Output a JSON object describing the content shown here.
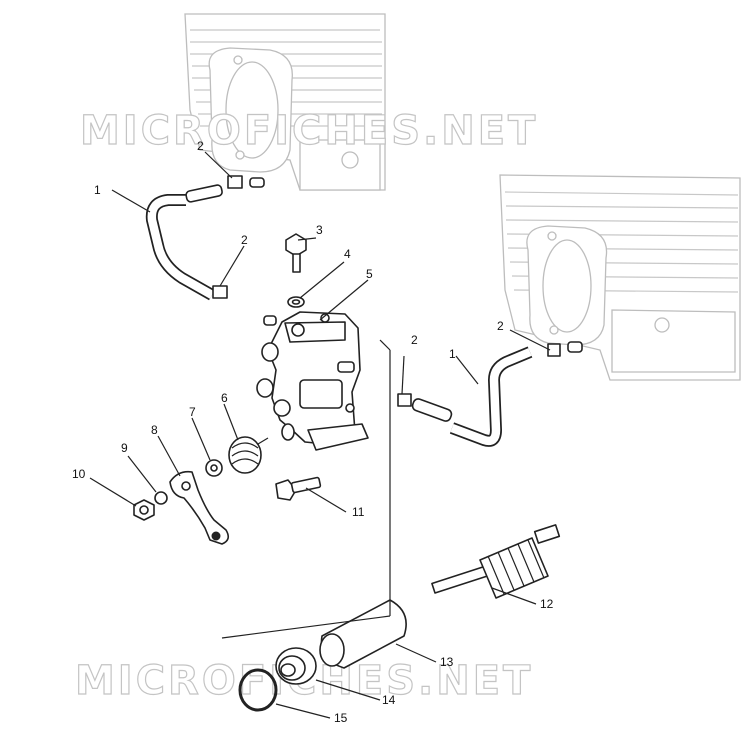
{
  "watermark_text": "MICROFICHES.NET",
  "callouts": [
    {
      "id": "c1a",
      "label": "1"
    },
    {
      "id": "c1b",
      "label": "1"
    },
    {
      "id": "c2a",
      "label": "2"
    },
    {
      "id": "c2b",
      "label": "2"
    },
    {
      "id": "c2c",
      "label": "2"
    },
    {
      "id": "c2d",
      "label": "2"
    },
    {
      "id": "c3",
      "label": "3"
    },
    {
      "id": "c4",
      "label": "4"
    },
    {
      "id": "c5",
      "label": "5"
    },
    {
      "id": "c6",
      "label": "6"
    },
    {
      "id": "c7",
      "label": "7"
    },
    {
      "id": "c8",
      "label": "8"
    },
    {
      "id": "c9",
      "label": "9"
    },
    {
      "id": "c10",
      "label": "10"
    },
    {
      "id": "c11",
      "label": "11"
    },
    {
      "id": "c12",
      "label": "12"
    },
    {
      "id": "c13",
      "label": "13"
    },
    {
      "id": "c14",
      "label": "14"
    },
    {
      "id": "c15",
      "label": "15"
    }
  ]
}
